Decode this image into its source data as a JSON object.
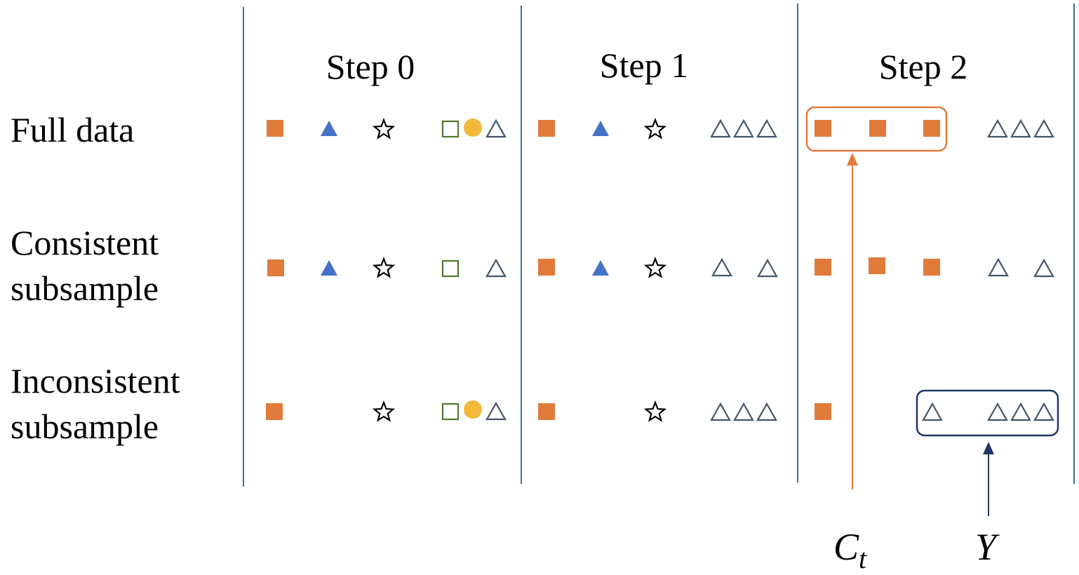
{
  "steps": [
    "Step 0",
    "Step 1",
    "Step 2"
  ],
  "rows": [
    {
      "label_lines": [
        "Full data"
      ]
    },
    {
      "label_lines": [
        "Consistent",
        "subsample"
      ]
    },
    {
      "label_lines": [
        "Inconsistent",
        "subsample"
      ]
    }
  ],
  "symbol_legend": {
    "filled-square": "orange filled square",
    "filled-triangle": "blue filled triangle",
    "star": "outlined star",
    "hollow-square": "green outlined square",
    "filled-circle": "yellow filled circle",
    "hollow-triangle": "grey outlined triangle"
  },
  "callouts": {
    "ct": {
      "label": "C",
      "subscript": "t"
    },
    "y": {
      "label": "Y"
    }
  },
  "colors": {
    "orange": "#e07b3c",
    "blue": "#4472c4",
    "green": "#4e7a2e",
    "yellow": "#f2b93b",
    "grey": "#44546a",
    "navy": "#1f3864",
    "divider": "#3d6aa8"
  }
}
